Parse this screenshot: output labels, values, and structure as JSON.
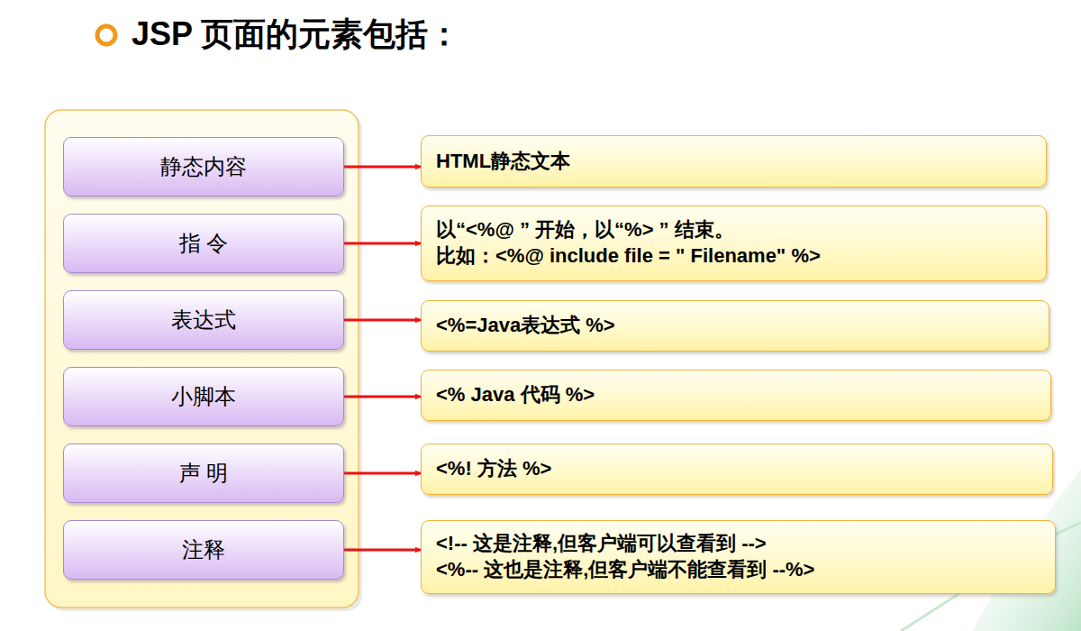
{
  "diagram": {
    "title": "JSP 页面的元素包括：",
    "nodes": [
      {
        "text": [
          "静态内容"
        ]
      },
      {
        "text": [
          "HTML静态文本"
        ]
      },
      {
        "text": [
          "指 令"
        ]
      },
      {
        "text": [
          "以“<%@ ” 开始，以“%> ” 结束。",
          "比如：<%@ include file = \" Filename\" %>"
        ]
      },
      {
        "text": [
          "表达式"
        ]
      },
      {
        "text": [
          "<%=Java表达式 %>"
        ]
      },
      {
        "text": [
          "小脚本"
        ]
      },
      {
        "text": [
          "<% Java 代码 %>"
        ]
      },
      {
        "text": [
          "声 明"
        ]
      },
      {
        "text": [
          "<%! 方法 %>"
        ]
      },
      {
        "text": [
          "注释"
        ]
      },
      {
        "text": [
          "<!-- 这是注释,但客户端可以查看到 -->",
          "<%-- 这也是注释,但客户端不能查看到 --%>"
        ]
      }
    ],
    "edges": [
      {
        "from": 0,
        "to": 1,
        "arrow": "to"
      },
      {
        "from": 2,
        "to": 3,
        "arrow": "to"
      },
      {
        "from": 4,
        "to": 5,
        "arrow": "to"
      },
      {
        "from": 6,
        "to": 7,
        "arrow": "to"
      },
      {
        "from": 8,
        "to": 9,
        "arrow": "to"
      },
      {
        "from": 10,
        "to": 11,
        "arrow": "to"
      }
    ]
  }
}
